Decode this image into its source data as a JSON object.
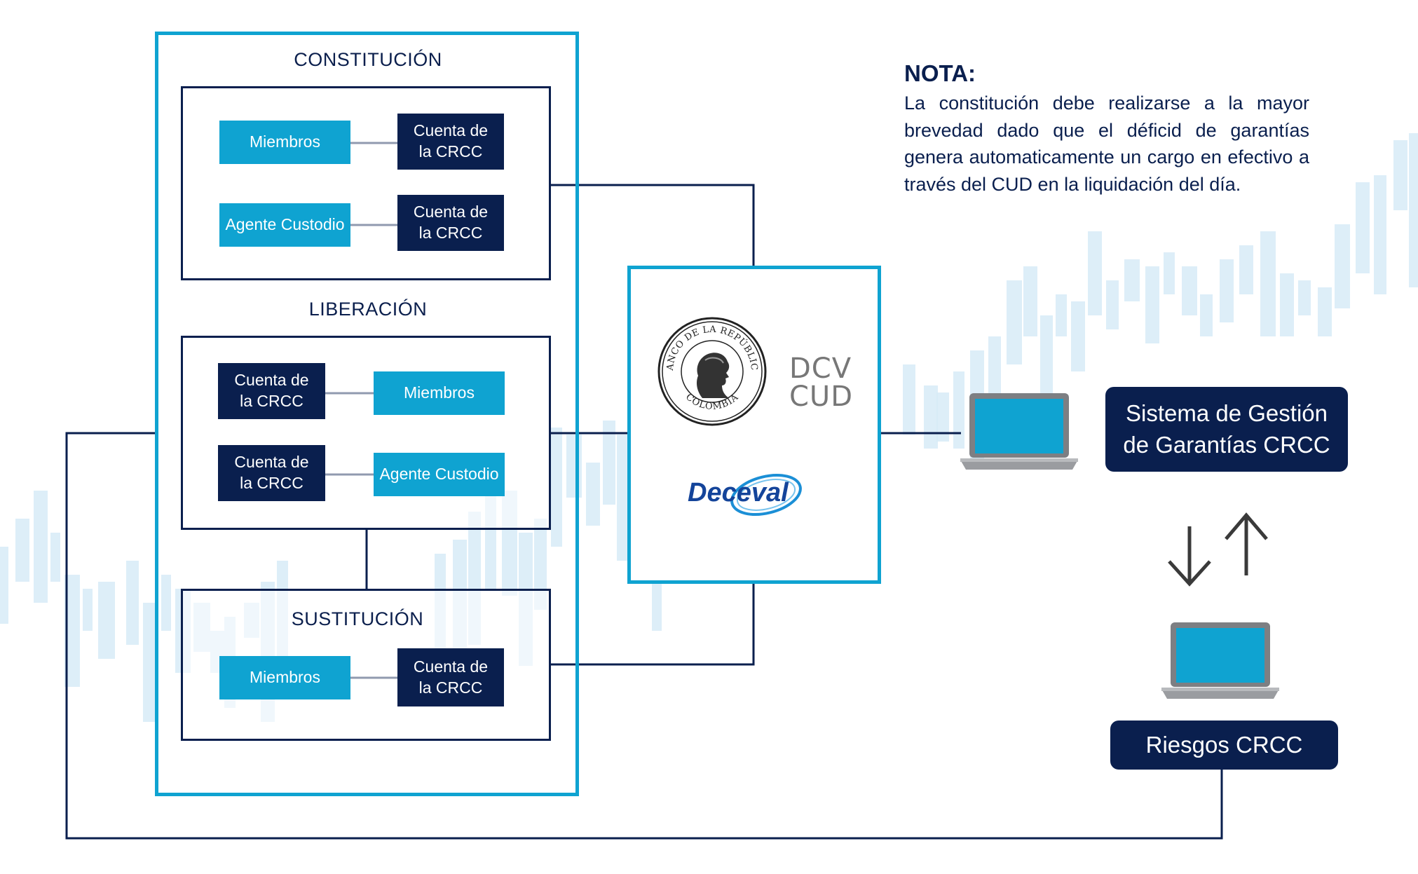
{
  "constitucion": {
    "title": "CONSTITUCIÓN",
    "row1": {
      "left": "Miembros",
      "right": "Cuenta de\nla CRCC"
    },
    "row2": {
      "left": "Agente Custodio",
      "right": "Cuenta de\nla CRCC"
    }
  },
  "liberacion": {
    "title": "LIBERACIÓN",
    "row1": {
      "left": "Cuenta de\nla CRCC",
      "right": "Miembros"
    },
    "row2": {
      "left": "Cuenta de\nla CRCC",
      "right": "Agente Custodio"
    }
  },
  "sustitucion": {
    "title": "SUSTITUCIÓN",
    "row1": {
      "left": "Miembros",
      "right": "Cuenta de\nla CRCC"
    }
  },
  "center_logos": {
    "seal_top_text": "BANCO DE LA REPÚBLICA",
    "seal_bottom_text": "COLOMBIA",
    "dcv": "DCV",
    "cud": "CUD",
    "deceval": "Deceval"
  },
  "nota": {
    "title": "NOTA:",
    "body": "La constitución debe realizarse a la mayor brevedad dado que el déficid de garantías genera automaticamente un cargo en efectivo a través del CUD en la liquidación del día."
  },
  "right_panel": {
    "system_label": "Sistema de Gestión\nde Garantías CRCC",
    "risk_label": "Riesgos CRCC"
  },
  "icons": {
    "laptop_top": "laptop-icon",
    "laptop_bottom": "laptop-icon",
    "arrows": "sync-arrows-icon"
  },
  "colors": {
    "dark_navy": "#0a1f4e",
    "cyan": "#0fa3d1",
    "background_bars": "#d7ebf7"
  }
}
